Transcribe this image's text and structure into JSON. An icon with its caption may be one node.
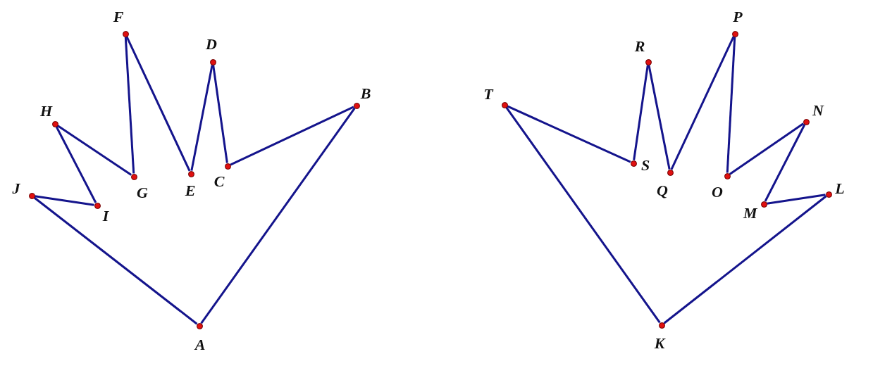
{
  "diagram": {
    "nodes": [
      {
        "text": [
          "A"
        ]
      },
      {
        "text": [
          "B"
        ]
      },
      {
        "text": [
          "C"
        ]
      },
      {
        "text": [
          "D"
        ]
      },
      {
        "text": [
          "E"
        ]
      },
      {
        "text": [
          "F"
        ]
      },
      {
        "text": [
          "G"
        ]
      },
      {
        "text": [
          "H"
        ]
      },
      {
        "text": [
          "I"
        ]
      },
      {
        "text": [
          "J"
        ]
      },
      {
        "text": [
          "K"
        ]
      },
      {
        "text": [
          "L"
        ]
      },
      {
        "text": [
          "M"
        ]
      },
      {
        "text": [
          "N"
        ]
      },
      {
        "text": [
          "O"
        ]
      },
      {
        "text": [
          "P"
        ]
      },
      {
        "text": [
          "Q"
        ]
      },
      {
        "text": [
          "R"
        ]
      },
      {
        "text": [
          "S"
        ]
      },
      {
        "text": [
          "T"
        ]
      }
    ],
    "edges": [
      {
        "from": 0,
        "to": 1,
        "arrow": "none"
      },
      {
        "from": 1,
        "to": 2,
        "arrow": "none"
      },
      {
        "from": 2,
        "to": 3,
        "arrow": "none"
      },
      {
        "from": 3,
        "to": 4,
        "arrow": "none"
      },
      {
        "from": 4,
        "to": 5,
        "arrow": "none"
      },
      {
        "from": 5,
        "to": 6,
        "arrow": "none"
      },
      {
        "from": 6,
        "to": 7,
        "arrow": "none"
      },
      {
        "from": 7,
        "to": 8,
        "arrow": "none"
      },
      {
        "from": 8,
        "to": 9,
        "arrow": "none"
      },
      {
        "from": 9,
        "to": 0,
        "arrow": "none"
      },
      {
        "from": 10,
        "to": 11,
        "arrow": "none"
      },
      {
        "from": 11,
        "to": 12,
        "arrow": "none"
      },
      {
        "from": 12,
        "to": 13,
        "arrow": "none"
      },
      {
        "from": 13,
        "to": 14,
        "arrow": "none"
      },
      {
        "from": 14,
        "to": 15,
        "arrow": "none"
      },
      {
        "from": 15,
        "to": 16,
        "arrow": "none"
      },
      {
        "from": 16,
        "to": 17,
        "arrow": "none"
      },
      {
        "from": 17,
        "to": 18,
        "arrow": "none"
      },
      {
        "from": 18,
        "to": 19,
        "arrow": "none"
      },
      {
        "from": 19,
        "to": 10,
        "arrow": "none"
      }
    ]
  }
}
